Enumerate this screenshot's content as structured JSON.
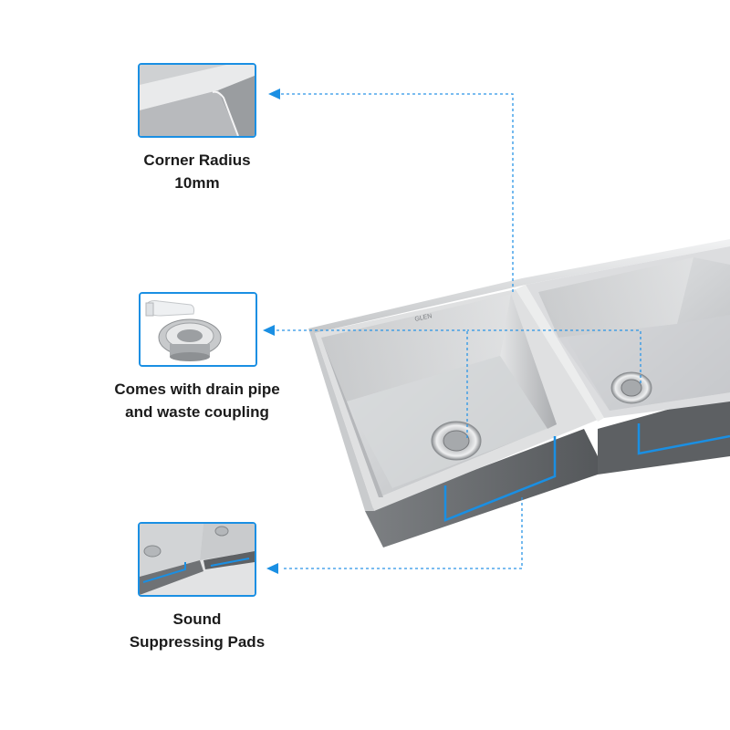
{
  "features": [
    {
      "name": "corner-radius",
      "line1": "Corner Radius",
      "line2": "10mm"
    },
    {
      "name": "drain",
      "line1": "Comes with drain pipe",
      "line2": "and waste coupling"
    },
    {
      "name": "pads",
      "line1": "Sound",
      "line2": "Suppressing Pads"
    }
  ],
  "brand_mark": "GLEN",
  "colors": {
    "accent": "#1a8fe3",
    "steel_light": "#d9dadb",
    "steel_mid": "#a9abad",
    "steel_dark": "#6f7275",
    "text": "#1b1b1b"
  }
}
